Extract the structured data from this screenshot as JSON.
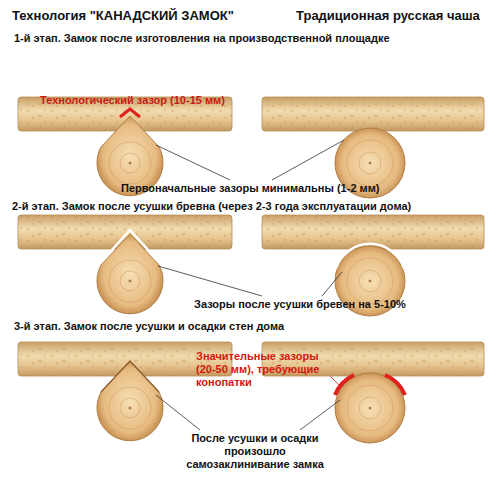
{
  "diagram": {
    "labels": [
      "Технология \"КАНАДСКИЙ ЗАМОК\"",
      "Традиционная русская чаша",
      "1-й этап. Замок после изготовления на производственной площадке",
      "Технологический зазор (10-15 мм)",
      "Первоначальные зазоры минимальны (1-2 мм)",
      "2-й этап. Замок после усушки бревна (через 2-3 года эксплуатации дома)",
      "Зазоры после усушки бревен на 5-10%",
      "3-й этап. Замок после усушки и осадки стен дома",
      "Значительные зазоры (20-50 мм), требующие конопатки",
      "После усушки и осадки произошло самозаклинивание замка"
    ]
  }
}
